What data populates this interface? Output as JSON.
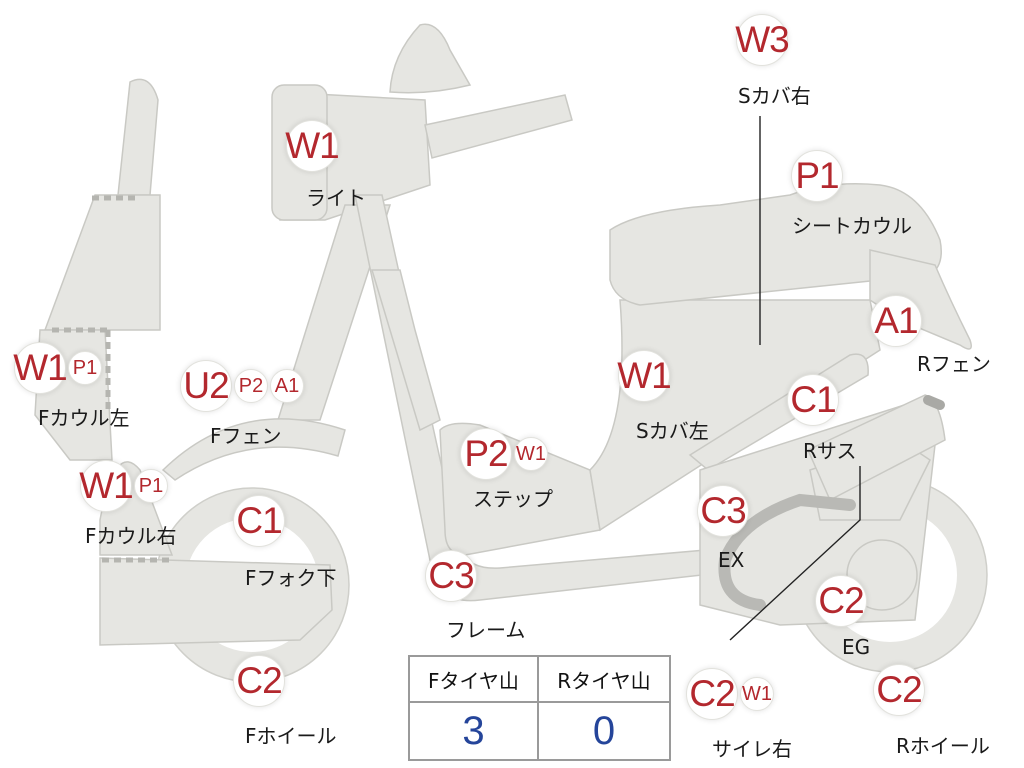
{
  "callouts": {
    "light": {
      "badges": [
        "W1"
      ],
      "label": "ライト"
    },
    "s_cover_r": {
      "badges": [
        "W3"
      ],
      "label": "Sカバ右"
    },
    "seat_cowl": {
      "badges": [
        "P1"
      ],
      "label": "シートカウル"
    },
    "r_fender": {
      "badges": [
        "A1"
      ],
      "label": "Rフェン"
    },
    "f_cowl_l": {
      "badges": [
        "W1",
        "P1"
      ],
      "label": "Fカウル左"
    },
    "f_fender": {
      "badges": [
        "U2",
        "P2",
        "A1"
      ],
      "label": "Fフェン"
    },
    "s_cover_l": {
      "badges": [
        "W1"
      ],
      "label": "Sカバ左"
    },
    "r_sus": {
      "badges": [
        "C1"
      ],
      "label": "Rサス"
    },
    "step": {
      "badges": [
        "P2",
        "W1"
      ],
      "label": "ステップ"
    },
    "f_cowl_r": {
      "badges": [
        "W1",
        "P1"
      ],
      "label": "Fカウル右"
    },
    "f_fork_lower": {
      "badges": [
        "C1"
      ],
      "label": "Fフォク下"
    },
    "ex": {
      "badges": [
        "C3"
      ],
      "label": "EX"
    },
    "frame": {
      "badges": [
        "C3"
      ],
      "label": "フレーム"
    },
    "eg": {
      "badges": [
        "C2"
      ],
      "label": "EG"
    },
    "f_wheel": {
      "badges": [
        "C2"
      ],
      "label": "Fホイール"
    },
    "muffler_r": {
      "badges": [
        "C2",
        "W1"
      ],
      "label": "サイレ右"
    },
    "r_wheel": {
      "badges": [
        "C2"
      ],
      "label": "Rホイール"
    }
  },
  "tread_table": {
    "headers": [
      "Fタイヤ山",
      "Rタイヤ山"
    ],
    "values": [
      "3",
      "0"
    ]
  },
  "colors": {
    "badge_text": "#b3282e",
    "table_values": "#25459a",
    "part_fill": "#e6e6e2"
  }
}
